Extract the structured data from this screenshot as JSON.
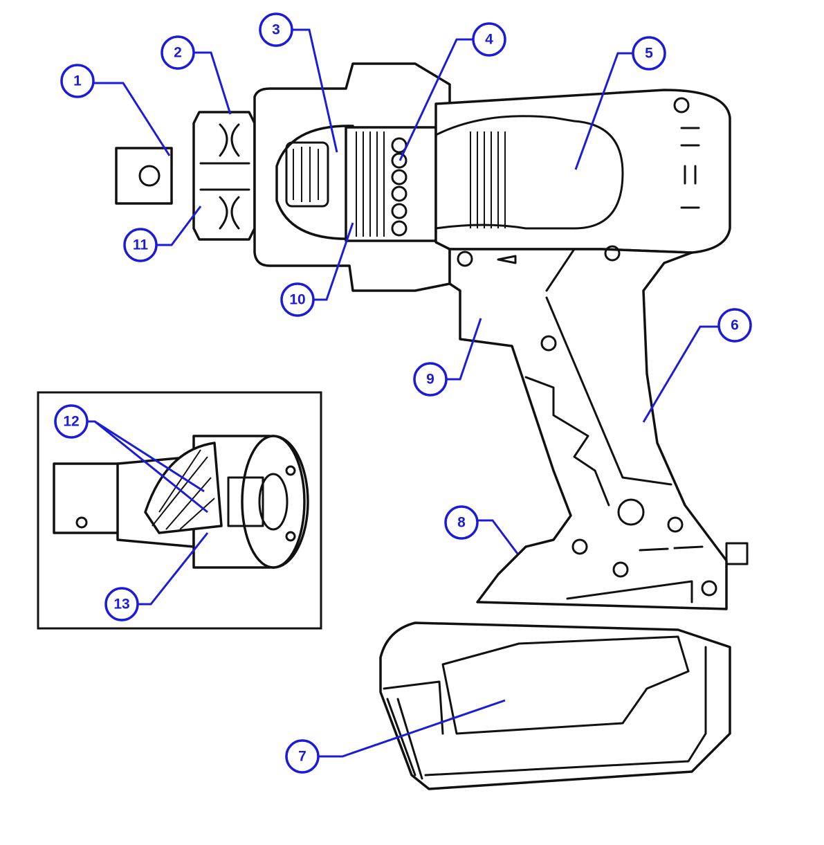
{
  "title": "Impact wrench component diagram",
  "colors": {
    "callout": "#1c1cd8",
    "line": "#111111"
  },
  "callouts": [
    {
      "label": "1"
    },
    {
      "label": "2"
    },
    {
      "label": "3"
    },
    {
      "label": "4"
    },
    {
      "label": "5"
    },
    {
      "label": "6"
    },
    {
      "label": "7"
    },
    {
      "label": "8"
    },
    {
      "label": "9"
    },
    {
      "label": "10"
    },
    {
      "label": "11"
    },
    {
      "label": "12"
    },
    {
      "label": "13"
    }
  ]
}
